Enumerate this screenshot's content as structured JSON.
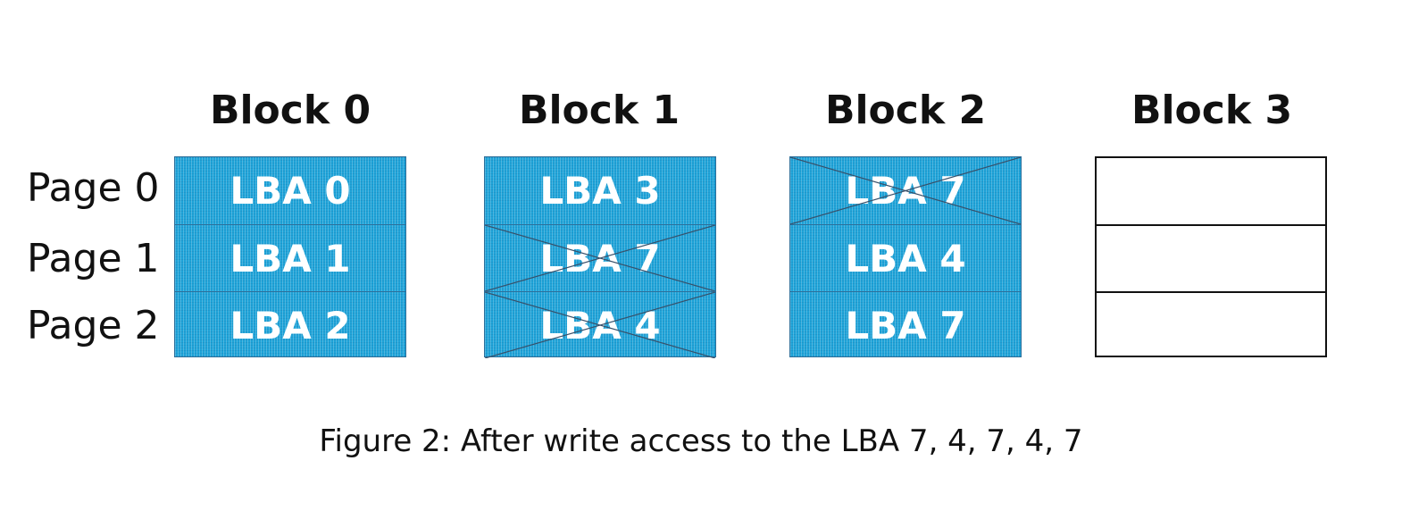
{
  "pages": [
    "Page 0",
    "Page 1",
    "Page 2"
  ],
  "blocks": [
    {
      "title": "Block 0",
      "pages": [
        {
          "label": "LBA 0",
          "invalid": false
        },
        {
          "label": "LBA 1",
          "invalid": false
        },
        {
          "label": "LBA 2",
          "invalid": false
        }
      ]
    },
    {
      "title": "Block 1",
      "pages": [
        {
          "label": "LBA 3",
          "invalid": false
        },
        {
          "label": "LBA 7",
          "invalid": true
        },
        {
          "label": "LBA 4",
          "invalid": true
        }
      ]
    },
    {
      "title": "Block 2",
      "pages": [
        {
          "label": "LBA 7",
          "invalid": true
        },
        {
          "label": "LBA 4",
          "invalid": false
        },
        {
          "label": "LBA 7",
          "invalid": false
        }
      ]
    },
    {
      "title": "Block 3",
      "pages": [
        {
          "label": "",
          "invalid": false
        },
        {
          "label": "",
          "invalid": false
        },
        {
          "label": "",
          "invalid": false
        }
      ]
    }
  ],
  "caption": "Figure 2: After write access to the LBA 7, 4, 7, 4, 7",
  "colors": {
    "page_fill": "#1ea3d8",
    "page_border": "#2d6f9a",
    "cross_line": "#37506a"
  }
}
